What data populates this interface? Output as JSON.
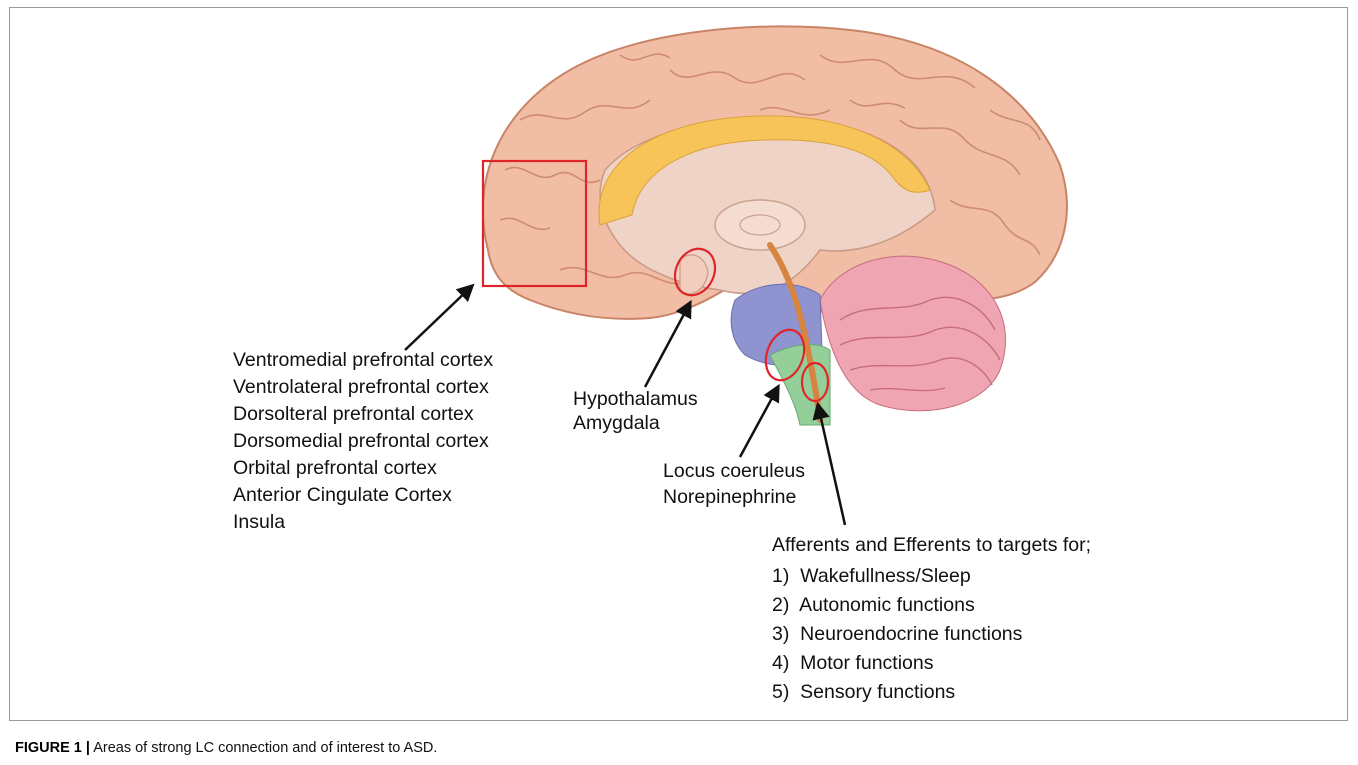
{
  "pfc_label": {
    "lines": [
      "Ventromedial prefrontal cortex",
      "Ventrolateral prefrontal cortex",
      "Dorsolteral prefrontal cortex",
      "Dorsomedial prefrontal cortex",
      "Orbital prefrontal cortex",
      "Anterior Cingulate Cortex",
      "Insula"
    ]
  },
  "hypothalamus_label": {
    "lines": [
      "Hypothalamus",
      "Amygdala"
    ]
  },
  "lc_label": {
    "lines": [
      "Locus coeruleus",
      "Norepinephrine"
    ]
  },
  "targets": {
    "heading": "Afferents and Efferents to targets for;",
    "items": [
      "1)  Wakefullness/Sleep",
      "2)  Autonomic functions",
      "3)  Neuroendocrine functions",
      "4)  Motor functions",
      "5)  Sensory functions"
    ]
  },
  "caption": {
    "figure_label": "FIGURE 1 |",
    "text": " Areas of strong LC connection and of interest to ASD."
  },
  "colors": {
    "cortex": "#f1bda4",
    "cortex_dark": "#c98468",
    "corpus_callosum": "#f7c45a",
    "cerebellum": "#f0a6b2",
    "pons": "#8f93cf",
    "medulla": "#94cf9a",
    "fiber_tract": "#d6843f",
    "highlight": "#e0242a"
  }
}
